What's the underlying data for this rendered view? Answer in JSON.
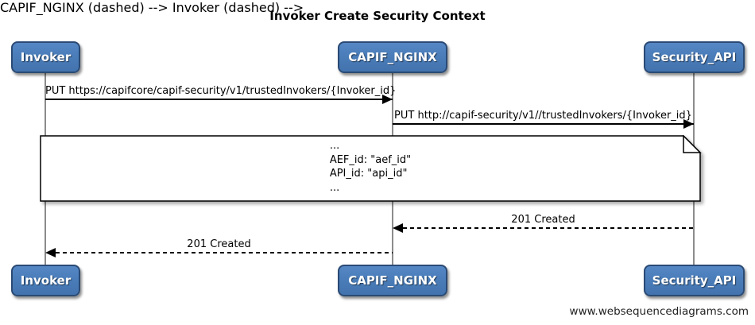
{
  "title": "Invoker Create Security Context",
  "diagram_type": "sequence-diagram",
  "actors": [
    {
      "name": "Invoker"
    },
    {
      "name": "CAPIF_NGINX"
    },
    {
      "name": "Security_API"
    }
  ],
  "messages": [
    {
      "from": "Invoker",
      "to": "CAPIF_NGINX",
      "label": "PUT https://capifcore/capif-security/v1/trustedInvokers/{Invoker_id}",
      "style": "solid",
      "direction": "right"
    },
    {
      "from": "CAPIF_NGINX",
      "to": "Security_API",
      "label": "PUT http://capif-security/v1//trustedInvokers/{Invoker_id}",
      "style": "solid",
      "direction": "right"
    },
    {
      "from": "Security_API",
      "to": "CAPIF_NGINX",
      "label": "201 Created",
      "style": "dashed",
      "direction": "left"
    },
    {
      "from": "CAPIF_NGINX",
      "to": "Invoker",
      "label": "201 Created",
      "style": "dashed",
      "direction": "left"
    }
  ],
  "note": {
    "over": [
      "Invoker",
      "Security_API"
    ],
    "lines": [
      "...",
      "AEF_id: \"aef_id\"",
      "API_id: \"api_id\"",
      "..."
    ]
  },
  "watermark": "www.websequencediagrams.com",
  "colors": {
    "actor_fill": "#4a7db9",
    "actor_border": "#2a4a74",
    "actor_text": "#ffffff",
    "lifeline": "#8c8c8c",
    "message_line": "#000000",
    "note_fill": "#ffffff",
    "note_border": "#000000",
    "background": "#ffffff"
  }
}
